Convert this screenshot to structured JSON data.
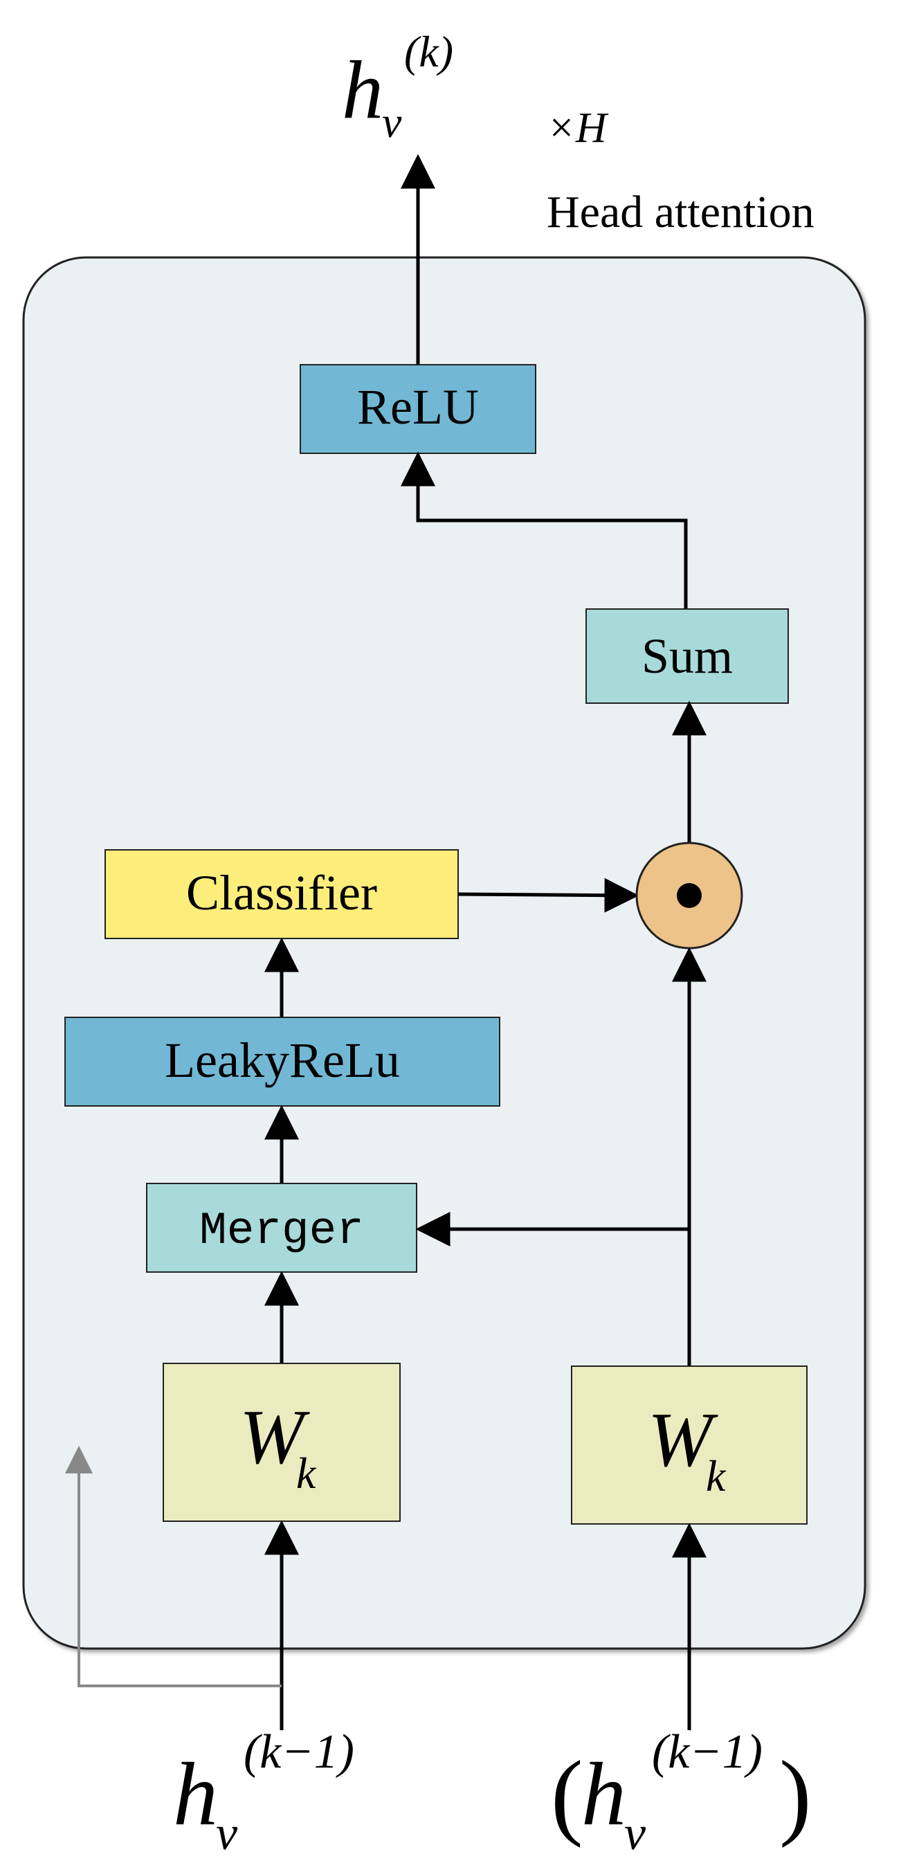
{
  "diagram": {
    "head": {
      "times_h": "×H",
      "caption": "Head attention"
    },
    "output": {
      "var": "h",
      "sub": "v",
      "sup": "(k)"
    },
    "blocks": {
      "relu": "ReLU",
      "sum": "Sum",
      "classifier": "Classifier",
      "leaky": "LeakyReLu",
      "merger": "Merger",
      "w_left_var": "W",
      "w_left_sub": "k",
      "w_right_var": "W",
      "w_right_sub": "k"
    },
    "inputs": {
      "left": {
        "var": "h",
        "sub": "v",
        "sup": "(k−1)"
      },
      "right": {
        "open": "(",
        "var": "h",
        "sub": "v",
        "sup": "(k−1)",
        "close": ")"
      }
    },
    "colors": {
      "panel_fill": "#EBF0F2",
      "relu_fill": "#72B8D5",
      "leaky_fill": "#72B8D5",
      "sum_fill": "#A8DAD9",
      "merger_fill": "#A8DAD9",
      "classifier_fill": "#FDED7B",
      "w_fill": "#EBEBC0",
      "dot_fill": "#EEC389",
      "arrow": "#000000",
      "residual_arrow": "#888888"
    }
  }
}
